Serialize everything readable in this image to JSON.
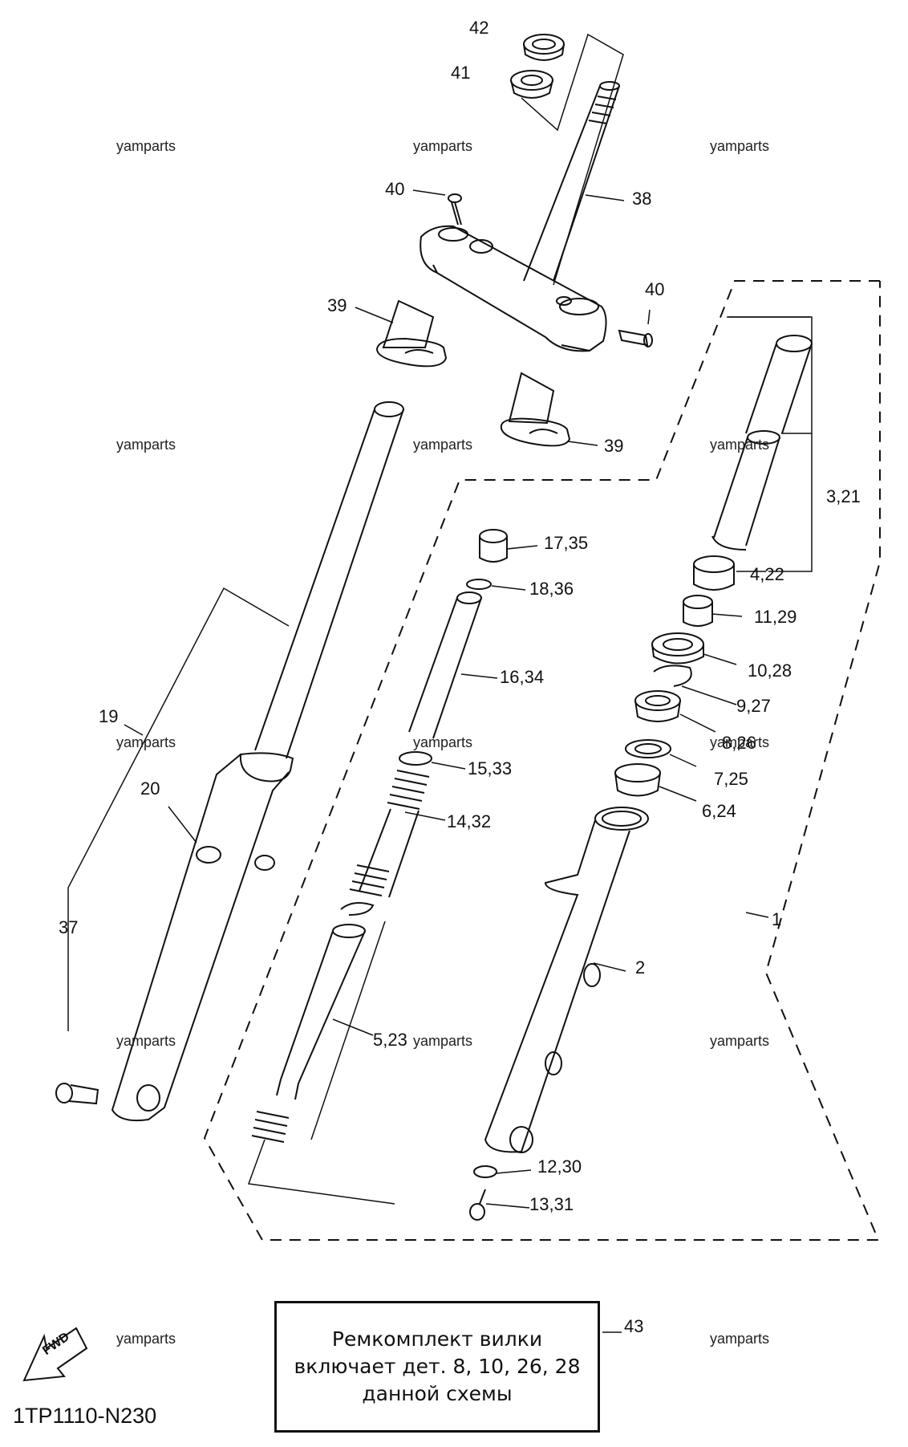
{
  "diagram_code": "1TP1110-N230",
  "fwd_label": "FWD",
  "watermark": "yamparts",
  "note": {
    "ref": "43",
    "lines": [
      "Ремкомплект вилки",
      "включает дет. 8, 10, 26, 28",
      "данной схемы"
    ]
  },
  "callouts": {
    "c42": "42",
    "c41": "41",
    "c38": "38",
    "c40a": "40",
    "c40b": "40",
    "c39a": "39",
    "c39b": "39",
    "c17": "17,35",
    "c18": "18,36",
    "c16": "16,34",
    "c15": "15,33",
    "c14": "14,32",
    "c5": "5,23",
    "c3": "3,21",
    "c4": "4,22",
    "c11": "11,29",
    "c10": "10,28",
    "c9": "9,27",
    "c8": "8,26",
    "c7": "7,25",
    "c6": "6,24",
    "c1": "1",
    "c2": "2",
    "c12": "12,30",
    "c13": "13,31",
    "c19": "19",
    "c20": "20",
    "c37": "37"
  }
}
